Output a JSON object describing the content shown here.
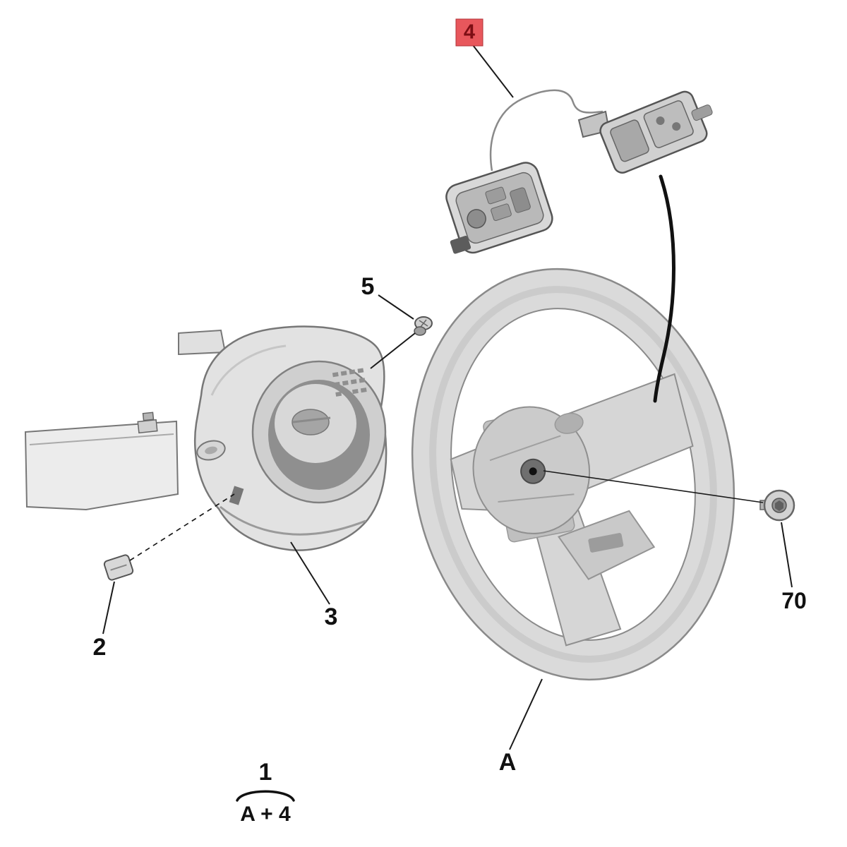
{
  "diagram": {
    "callouts": [
      {
        "label": "4",
        "highlighted": true
      },
      {
        "label": "5",
        "highlighted": false
      },
      {
        "label": "3",
        "highlighted": false
      },
      {
        "label": "2",
        "highlighted": false
      },
      {
        "label": "70",
        "highlighted": false
      },
      {
        "label": "A",
        "highlighted": false
      },
      {
        "label": "1",
        "formula": "A + 4",
        "highlighted": false
      }
    ],
    "colors": {
      "background": "#ffffff",
      "line_color": "#1a1a1a",
      "part_fill": "#dcdcdc",
      "part_stroke": "#6f6f6f",
      "highlight_bg": "#e8575c",
      "highlight_text": "#7d0e14",
      "label_text": "#111111"
    }
  }
}
